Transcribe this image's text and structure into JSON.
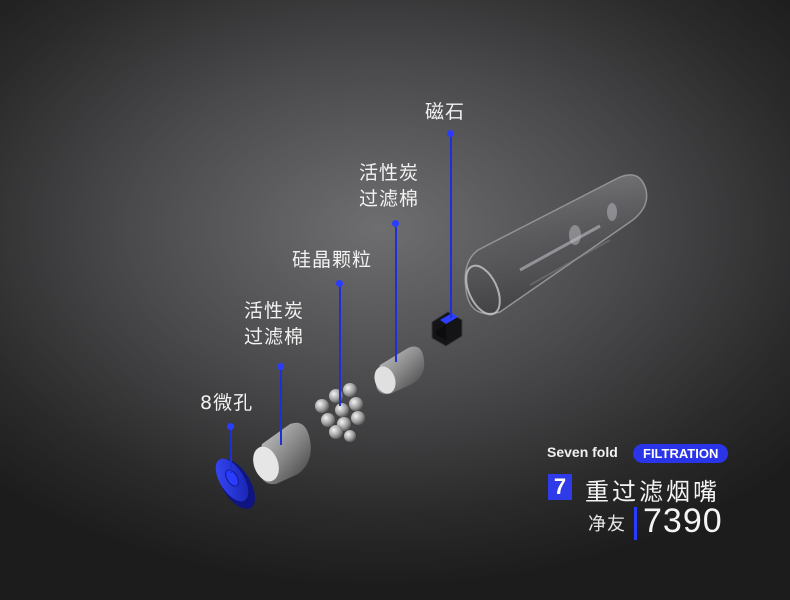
{
  "callouts": {
    "magnet": "磁石",
    "carbon_cotton_top_line1": "活性炭",
    "carbon_cotton_top_line2": "过滤棉",
    "silica": "硅晶颗粒",
    "carbon_cotton_low_line1": "活性炭",
    "carbon_cotton_low_line2": "过滤棉",
    "micro_holes": "8微孔"
  },
  "brand": {
    "tagline_en": "Seven fold",
    "tagline_pill": "FILTRATION",
    "count": "7",
    "headline": "重过滤烟嘴",
    "sub_label": "净友",
    "model": "7390"
  },
  "colors": {
    "accent_blue": "#2a34e8",
    "background_dark": "#2a2a2b"
  }
}
